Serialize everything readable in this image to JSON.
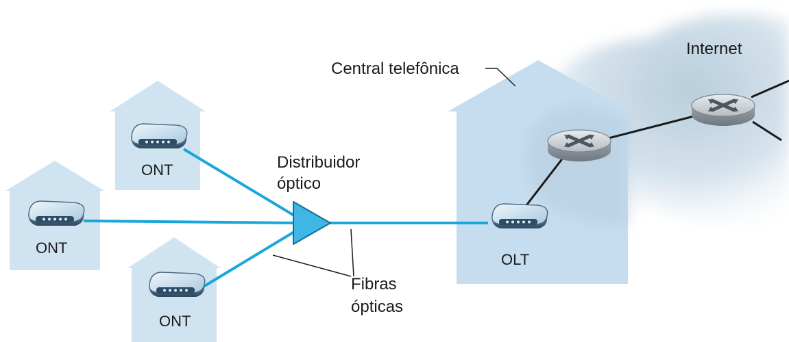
{
  "labels": {
    "internet": "Internet",
    "central": "Central telefônica",
    "splitter_line1": "Distribuidor",
    "splitter_line2": "óptico",
    "fibers_line1": "Fibras",
    "fibers_line2": "ópticas",
    "olt": "OLT",
    "ont_top": "ONT",
    "ont_left": "ONT",
    "ont_bottom": "ONT"
  },
  "icons": {
    "house": "house-icon",
    "modem": "optical-terminal-icon",
    "router": "router-icon",
    "splitter": "splitter-triangle-icon",
    "cloud": "cloud-icon"
  },
  "colors": {
    "fiber": "#1aa6dc",
    "house_fill": "#cfe3f1",
    "central_fill": "#c4dcee",
    "cloud_fill": "#dde8ef",
    "copper_link": "#1a1a1a",
    "splitter_fill": "#3fb6e3"
  }
}
